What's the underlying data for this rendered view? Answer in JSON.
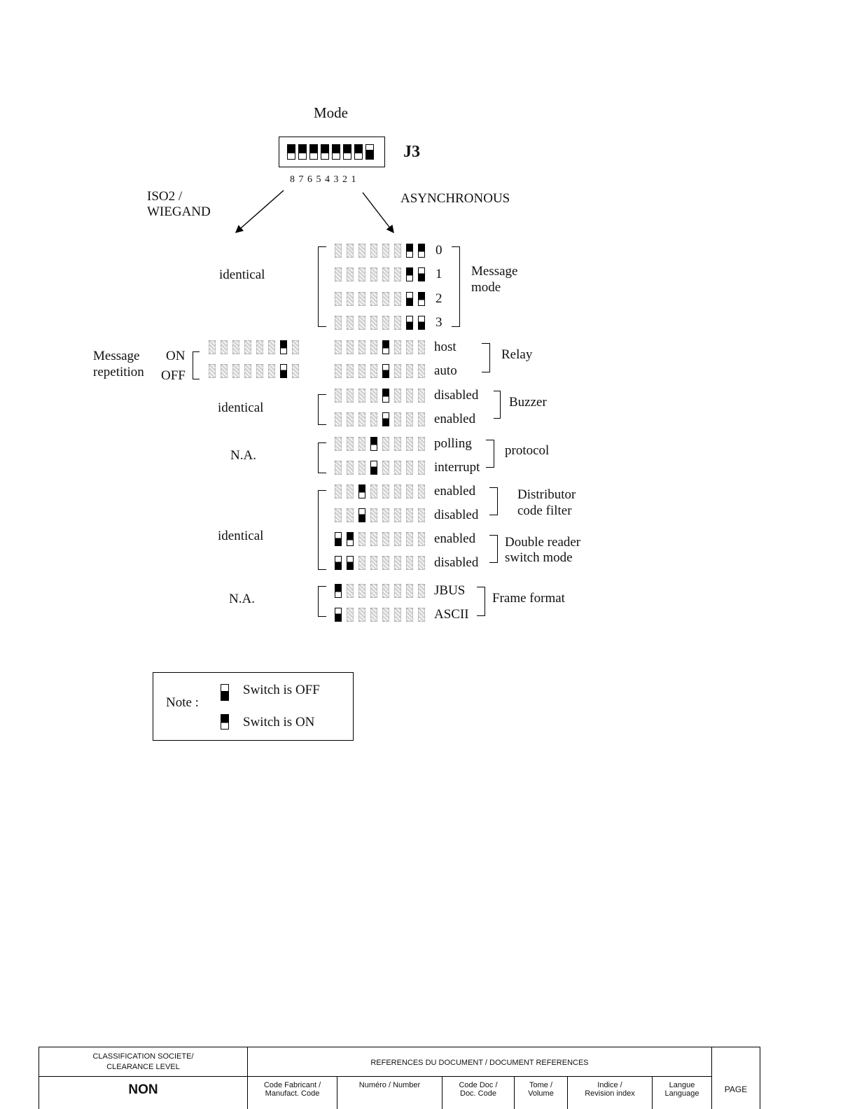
{
  "diagram": {
    "title": "Mode",
    "connector_label": "J3",
    "pin_numbers": "8 7 6 5 4 3 2 1",
    "left_branch": "ISO2 / WIEGAND",
    "right_branch": "ASYNCHRONOUS",
    "rows": [
      {
        "value": "0",
        "iso": ""
      },
      {
        "value": "1",
        "iso": ""
      },
      {
        "value": "2",
        "iso": ""
      },
      {
        "value": "3",
        "iso": ""
      },
      {
        "value": "host"
      },
      {
        "value": "auto"
      },
      {
        "value": "disabled"
      },
      {
        "value": "enabled"
      },
      {
        "value": "polling"
      },
      {
        "value": "interrupt"
      },
      {
        "value": "enabled"
      },
      {
        "value": "disabled"
      },
      {
        "value": "enabled"
      },
      {
        "value": "disabled"
      },
      {
        "value": "JBUS"
      },
      {
        "value": "ASCII"
      }
    ],
    "groups": {
      "message_mode_line1": "Message",
      "message_mode_line2": "mode",
      "relay": "Relay",
      "buzzer": "Buzzer",
      "protocol": "protocol",
      "distributor_line1": "Distributor",
      "distributor_line2": "code filter",
      "double_reader_line1": "Double reader",
      "double_reader_line2": "switch mode",
      "frame_format": "Frame format"
    },
    "iso_side": {
      "identical_1": "identical",
      "message_repetition_line1": "Message",
      "message_repetition_line2": "repetition",
      "on": "ON",
      "off": "OFF",
      "identical_2": "identical",
      "na_1": "N.A.",
      "identical_3": "identical",
      "na_2": "N.A."
    },
    "note": {
      "label": "Note :",
      "off_text": "Switch is OFF",
      "on_text": "Switch is ON"
    }
  },
  "footer": {
    "classification_line1": "CLASSIFICATION SOCIETE/",
    "classification_line2": "CLEARANCE LEVEL",
    "classification_value": "NON",
    "references": "REFERENCES DU DOCUMENT / DOCUMENT REFERENCES",
    "code_fabricant_1": "Code Fabricant /",
    "code_fabricant_2": "Manufact. Code",
    "numero": "Numéro / Number",
    "code_doc_1": "Code Doc /",
    "code_doc_2": "Doc. Code",
    "tome_1": "Tome /",
    "tome_2": "Volume",
    "indice_1": "Indice /",
    "indice_2": "Revision index",
    "langue_1": "Langue",
    "langue_2": "Language",
    "page": "PAGE"
  }
}
